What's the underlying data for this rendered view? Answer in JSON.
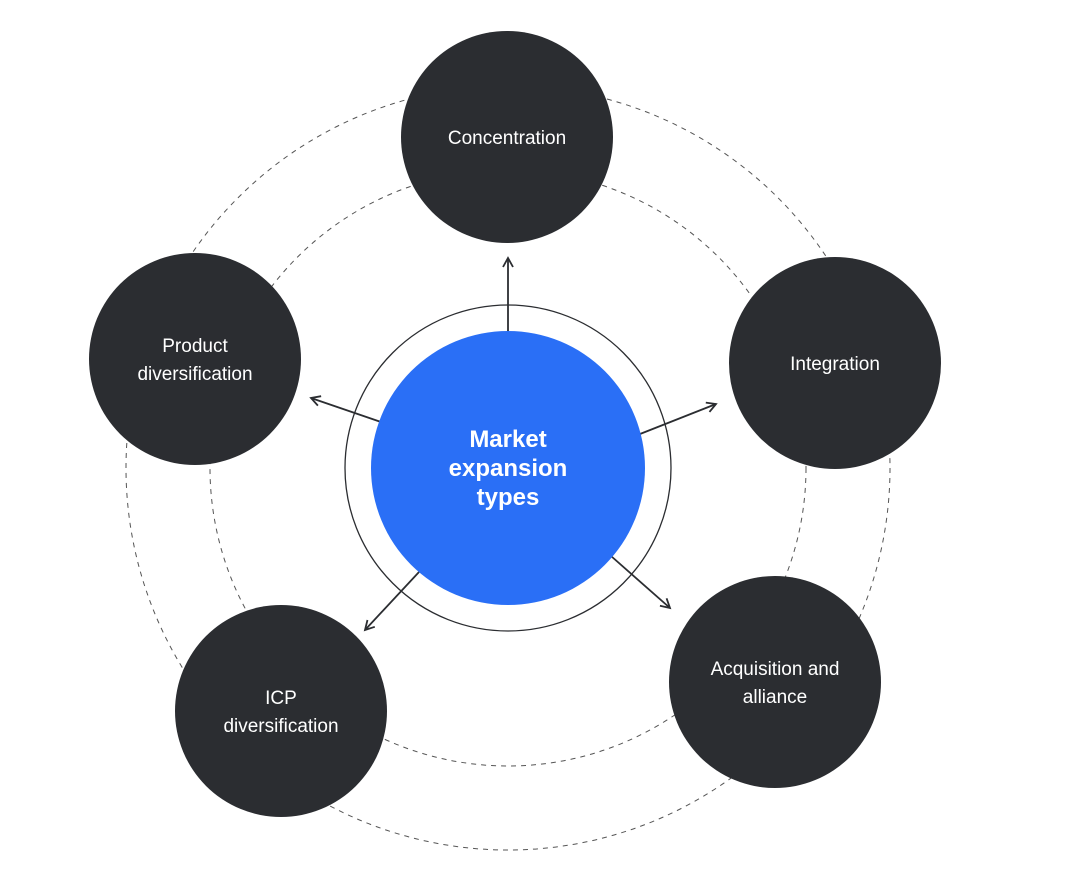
{
  "center": {
    "label_lines": [
      "Market",
      "expansion",
      "types"
    ],
    "color": "#2a6ff6"
  },
  "nodes": [
    {
      "id": "concentration",
      "label_lines": [
        "Concentration"
      ]
    },
    {
      "id": "integration",
      "label_lines": [
        "Integration"
      ]
    },
    {
      "id": "acquisition-and-alliance",
      "label_lines": [
        "Acquisition and",
        "alliance"
      ]
    },
    {
      "id": "icp-diversification",
      "label_lines": [
        "ICP",
        "diversification"
      ]
    },
    {
      "id": "product-diversification",
      "label_lines": [
        "Product",
        "diversification"
      ]
    }
  ],
  "colors": {
    "node_fill": "#2b2d31",
    "node_text": "#ffffff",
    "arrow": "#2b2d31",
    "dashed_ring": "#555555",
    "outline_ring": "#2b2d31"
  }
}
